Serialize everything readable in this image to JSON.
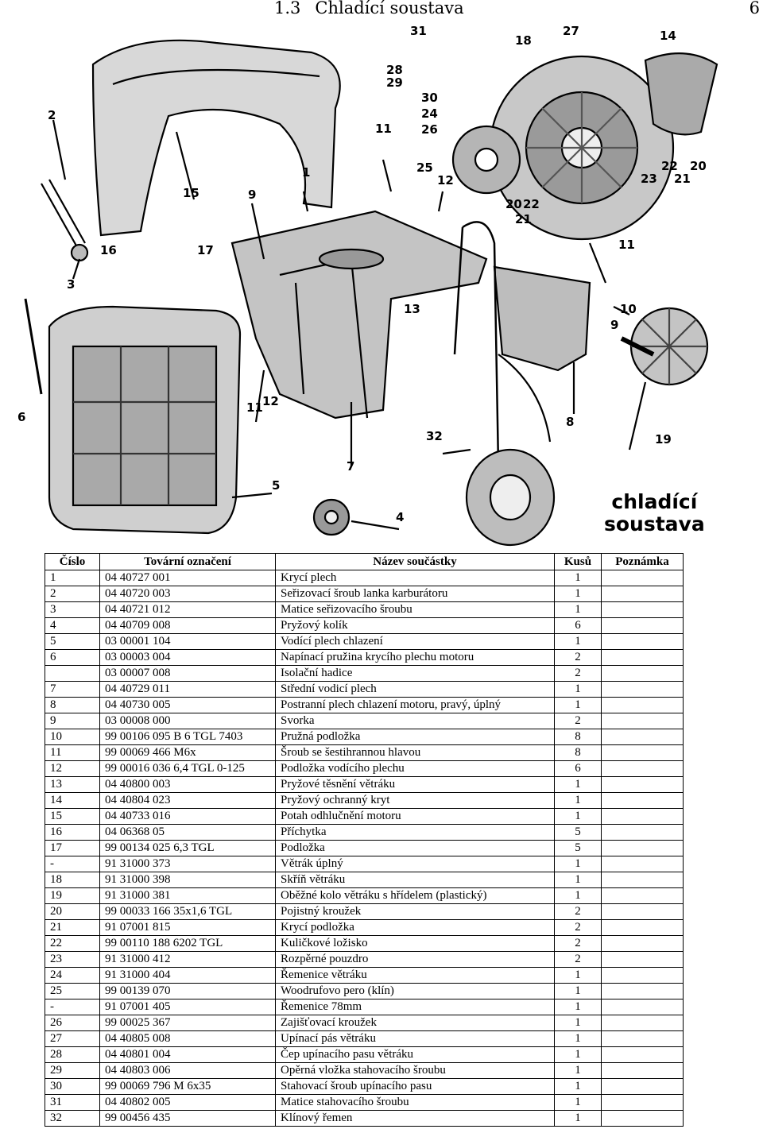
{
  "header": {
    "section": "1.3",
    "title": "Chladící soustava",
    "page": "6"
  },
  "figure": {
    "caption_line1": "chladící",
    "caption_line2": "soustava",
    "callouts": [
      "31",
      "18",
      "27",
      "14",
      "28",
      "29",
      "30",
      "24",
      "26",
      "2",
      "11",
      "25",
      "12",
      "23",
      "22",
      "20",
      "21",
      "20",
      "22",
      "21",
      "1",
      "15",
      "9",
      "16",
      "17",
      "3",
      "11",
      "10",
      "9",
      "6",
      "13",
      "11",
      "12",
      "8",
      "32",
      "19",
      "7",
      "5",
      "4"
    ]
  },
  "table": {
    "headers": [
      "Číslo",
      "Tovární označení",
      "Název součástky",
      "Kusů",
      "Poznámka"
    ],
    "rows": [
      [
        "1",
        "04 40727 001",
        "Krycí plech",
        "1",
        ""
      ],
      [
        "2",
        "04 40720 003",
        "Seřizovací šroub lanka karburátoru",
        "1",
        ""
      ],
      [
        "3",
        "04 40721 012",
        "Matice seřizovacího šroubu",
        "1",
        ""
      ],
      [
        "4",
        "04 40709 008",
        "Pryžový kolík",
        "6",
        ""
      ],
      [
        "5",
        "03 00001 104",
        "Vodící plech chlazení",
        "1",
        ""
      ],
      [
        "6",
        "03 00003 004",
        "Napínací pružina krycího plechu motoru",
        "2",
        ""
      ],
      [
        "",
        "03 00007 008",
        "Isolační hadice",
        "2",
        ""
      ],
      [
        "7",
        "04 40729 011",
        "Střední vodicí plech",
        "1",
        ""
      ],
      [
        "8",
        "04 40730 005",
        "Postranní plech chlazení motoru, pravý, úplný",
        "1",
        ""
      ],
      [
        "9",
        "03 00008 000",
        "Svorka",
        "2",
        ""
      ],
      [
        "10",
        "99 00106 095 B 6 TGL 7403",
        "Pružná podložka",
        "8",
        ""
      ],
      [
        "11",
        "99 00069 466 M6x",
        "Šroub se šestihrannou hlavou",
        "8",
        ""
      ],
      [
        "12",
        "99 00016 036 6,4 TGL 0-125",
        "Podložka vodícího plechu",
        "6",
        ""
      ],
      [
        "13",
        "04 40800 003",
        "Pryžové těsnění větráku",
        "1",
        ""
      ],
      [
        "14",
        "04 40804 023",
        "Pryžový ochranný kryt",
        "1",
        ""
      ],
      [
        "15",
        "04 40733 016",
        "Potah odhlučnění motoru",
        "1",
        ""
      ],
      [
        "16",
        "04 06368 05",
        "Příchytka",
        "5",
        ""
      ],
      [
        "17",
        "99 00134 025 6,3 TGL",
        "Podložka",
        "5",
        ""
      ],
      [
        "-",
        "91 31000 373",
        "Větrák úplný",
        "1",
        ""
      ],
      [
        "18",
        "91 31000 398",
        "Skříň větráku",
        "1",
        ""
      ],
      [
        "19",
        "91 31000 381",
        "Oběžné kolo větráku s hřídelem (plastický)",
        "1",
        ""
      ],
      [
        "20",
        "99 00033 166 35x1,6 TGL",
        "Pojistný kroužek",
        "2",
        ""
      ],
      [
        "21",
        "91 07001 815",
        "Krycí podložka",
        "2",
        ""
      ],
      [
        "22",
        "99 00110 188 6202 TGL",
        "Kuličkové ložisko",
        "2",
        ""
      ],
      [
        "23",
        "91 31000 412",
        "Rozpěrné pouzdro",
        "2",
        ""
      ],
      [
        "24",
        "91 31000 404",
        "Řemenice větráku",
        "1",
        ""
      ],
      [
        "25",
        "99 00139 070",
        "Woodrufovo pero (klín)",
        "1",
        ""
      ],
      [
        "-",
        "91 07001 405",
        "Řemenice 78mm",
        "1",
        ""
      ],
      [
        "26",
        "99 00025 367",
        "Zajišťovací kroužek",
        "1",
        ""
      ],
      [
        "27",
        "04 40805 008",
        "Upínací pás větráku",
        "1",
        ""
      ],
      [
        "28",
        "04 40801 004",
        "Čep upínacího pasu větráku",
        "1",
        ""
      ],
      [
        "29",
        "04 40803 006",
        "Opěrná vložka stahovacího šroubu",
        "1",
        ""
      ],
      [
        "30",
        "99 00069 796 M 6x35",
        "Stahovací šroub upínacího pasu",
        "1",
        ""
      ],
      [
        "31",
        "04 40802 005",
        "Matice stahovacího šroubu",
        "1",
        ""
      ],
      [
        "32",
        "99 00456 435",
        "Klínový řemen",
        "1",
        ""
      ]
    ]
  }
}
